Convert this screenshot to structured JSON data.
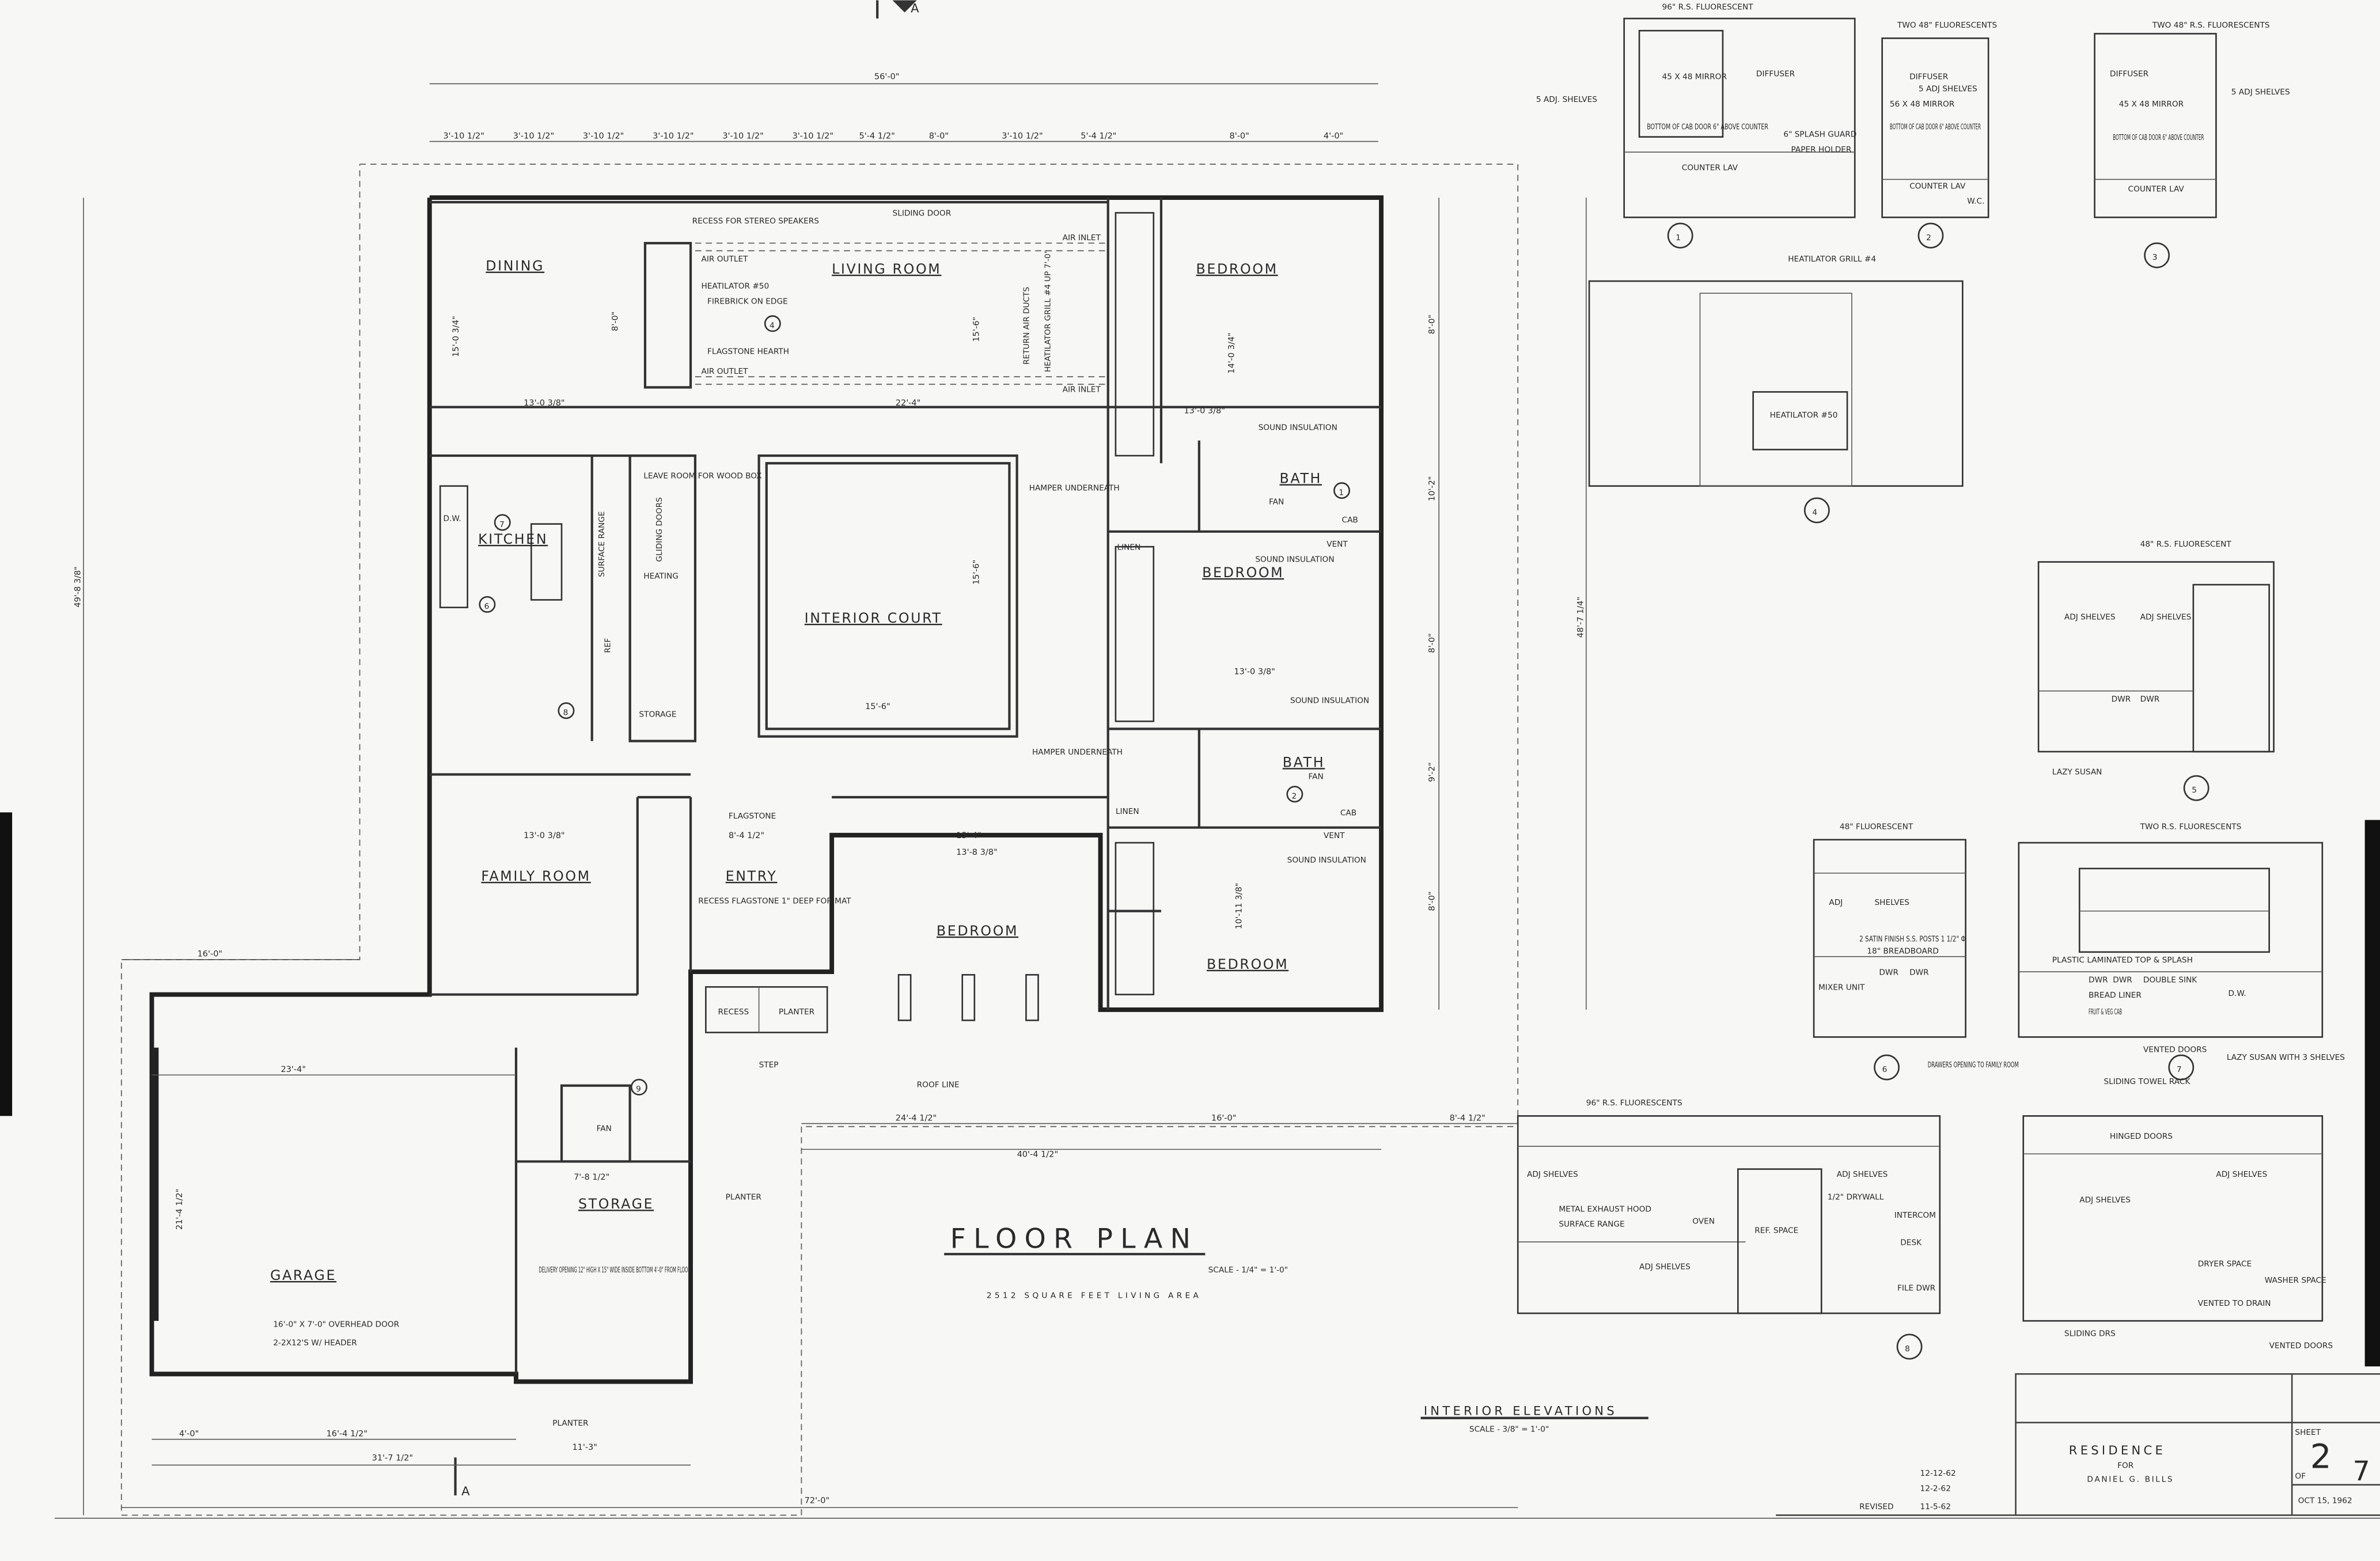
{
  "sheet": {
    "title": "FLOOR PLAN",
    "scale": "SCALE - 1/4\" = 1'-0\"",
    "area": "2512 SQUARE FEET LIVING AREA",
    "elevations_title": "INTERIOR ELEVATIONS",
    "elevations_scale": "SCALE - 3/8\" = 1'-0\"",
    "section_marker": "A",
    "ink_color": "#2a2a2a",
    "paper_color": "#f7f7f5"
  },
  "title_block": {
    "project": "RESIDENCE",
    "for": "FOR",
    "client": "DANIEL G. BILLS",
    "sheet_label": "SHEET",
    "sheet_no": "2",
    "of_label": "OF",
    "sheet_total": "7",
    "date": "OCT 15, 1962",
    "revisions": [
      "12-12-62",
      "12-2-62"
    ],
    "revised_label": "REVISED",
    "revised_date": "11-5-62"
  },
  "rooms": {
    "dining": "DINING",
    "living": "LIVING ROOM",
    "bedroom1": "BEDROOM",
    "kitchen": "KITCHEN",
    "court": "INTERIOR COURT",
    "bedroom2": "BEDROOM",
    "bath1": "BATH",
    "bath2": "BATH",
    "family": "FAMILY ROOM",
    "entry": "ENTRY",
    "bedroom3": "BEDROOM",
    "bedroom4": "BEDROOM",
    "garage": "GARAGE",
    "storage1": "STORAGE",
    "storage2": "STORAGE",
    "heating": "HEATING"
  },
  "notes": {
    "stereo": "RECESS FOR STEREO SPEAKERS",
    "air_outlet_1": "AIR OUTLET",
    "air_outlet_2": "AIR OUTLET",
    "heatilator": "HEATILATOR #50",
    "firebrick": "FIREBRICK ON EDGE",
    "hearth": "FLAGSTONE HEARTH",
    "sliding_door": "SLIDING DOOR",
    "air_inlet_1": "AIR INLET",
    "air_inlet_2": "AIR INLET",
    "return_air": "RETURN AIR DUCTS",
    "grill": "HEATILATOR GRILL #4 UP 7'-0\"",
    "sound_1": "SOUND INSULATION",
    "sound_2": "SOUND INSULATION",
    "sound_3": "SOUND INSULATION",
    "sound_4": "SOUND INSULATION",
    "hamper_1": "HAMPER UNDERNEATH",
    "hamper_2": "HAMPER UNDERNEATH",
    "linen_1": "LINEN",
    "linen_2": "LINEN",
    "flagstone": "FLAGSTONE",
    "recess_mat": "RECESS FLAGSTONE 1\" DEEP FOR MAT",
    "recess": "RECESS",
    "planter_1": "PLANTER",
    "planter_2": "PLANTER",
    "planter_3": "PLANTER",
    "step": "STEP",
    "roof_line": "ROOF LINE",
    "delivery": "DELIVERY OPENING 12\" HIGH X 15\" WIDE INSIDE BOTTOM 4'-0\" FROM FLOOR",
    "overhead_door": "16'-0\" X 7'-0\" OVERHEAD DOOR",
    "header": "2-2X12'S W/ HEADER",
    "woodbox": "LEAVE ROOM FOR WOOD BOX",
    "gliding": "GLIDING DOORS",
    "surface_range": "SURFACE RANGE",
    "fan_1": "FAN",
    "fan_2": "FAN",
    "fan_3": "FAN",
    "cab_1": "CAB",
    "cab_2": "CAB",
    "vent_1": "VENT",
    "vent_2": "VENT",
    "dw": "D.W.",
    "ref": "REF"
  },
  "dimensions": {
    "overall_top": "56'-0\"",
    "overall_bottom": "72'-0\"",
    "overall_right": "48'-7 1/4\"",
    "overall_left": "49'-8 3/8\"",
    "roof_a": "40'-4 1/2\"",
    "roof_b": "24'-4 1/2\"",
    "roof_c": "16'-0\"",
    "roof_d": "8'-4 1/2\"",
    "garage_top": "16'-0\"",
    "garage_width": "23'-4\"",
    "garage_depth": "21'-4 1/2\"",
    "bottom_a": "31'-7 1/2\"",
    "bottom_b": "16'-4 1/2\"",
    "bottom_c": "11'-3\"",
    "bottom_d": "4'-0\"",
    "dining_w": "13'-0 3/8\"",
    "dining_d": "15'-0 3/4\"",
    "living_d": "15'-6\"",
    "living_w": "22'-4\"",
    "fireplace": "8'-0\"",
    "court_w": "15'-6\"",
    "court_d": "15'-6\"",
    "bed1_d": "14'-0 3/4\"",
    "bed1_w": "13'-0 3/8\"",
    "bed2_w": "13'-0 3/8\"",
    "family_w": "13'-0 3/8\"",
    "bed3_w": "13'-8 3/8\"",
    "bed4_d": "10'-11 3/8\"",
    "entry_w": "8'-4 1/2\"",
    "storage_w": "7'-8 1/2\"",
    "hall": "15'-4\"",
    "right_a": "8'-0\"",
    "right_b": "10'-2\"",
    "right_c": "8'-0\"",
    "right_d": "9'-2\"",
    "right_e": "8'-0\"",
    "top_dims": [
      "3'-10 1/2\"",
      "3'-10 1/2\"",
      "3'-10 1/2\"",
      "3'-10 1/2\"",
      "3'-10 1/2\"",
      "3'-10 1/2\"",
      "5'-4 1/2\"",
      "8'-0\"",
      "3'-10 1/2\"",
      "5'-4 1/2\"",
      "8'-0\"",
      "4'-0\""
    ]
  },
  "elevations": [
    {
      "id": "1",
      "notes": [
        "96\" R.S. FLUORESCENT",
        "45 X 48 MIRROR",
        "DIFFUSER",
        "5 ADJ. SHELVES",
        "BOTTOM OF CAB DOOR 6\" ABOVE COUNTER",
        "6\" SPLASH GUARD",
        "PAPER HOLDER",
        "COUNTER LAV"
      ]
    },
    {
      "id": "2",
      "notes": [
        "TWO 48\" FLUORESCENTS",
        "DIFFUSER",
        "5 ADJ SHELVES",
        "56 X 48 MIRROR",
        "BOTTOM OF CAB DOOR 6\" ABOVE COUNTER",
        "COUNTER LAV",
        "W.C."
      ]
    },
    {
      "id": "3",
      "notes": [
        "TWO 48\" R.S. FLUORESCENTS",
        "DIFFUSER",
        "45 X 48 MIRROR",
        "5 ADJ SHELVES",
        "BOTTOM OF CAB DOOR 6\" ABOVE COUNTER",
        "COUNTER LAV"
      ]
    },
    {
      "id": "4",
      "notes": [
        "HEATILATOR GRILL #4",
        "HEATILATOR #50"
      ]
    },
    {
      "id": "5",
      "notes": [
        "48\" R.S. FLUORESCENT",
        "ADJ SHELVES",
        "ADJ SHELVES",
        "DWR",
        "DWR",
        "LAZY SUSAN"
      ]
    },
    {
      "id": "6",
      "notes": [
        "48\" FLUORESCENT",
        "ADJ",
        "SHELVES",
        "2 SATIN FINISH S.S. POSTS 1 1/2\" Φ",
        "18\" BREADBOARD",
        "MIXER UNIT",
        "DWR",
        "DWR",
        "DRAWERS OPENING TO FAMILY ROOM"
      ]
    },
    {
      "id": "7",
      "notes": [
        "TWO R.S. FLUORESCENTS",
        "PLASTIC LAMINATED TOP & SPLASH",
        "DWR",
        "DWR",
        "DOUBLE SINK",
        "BREAD LINER",
        "FRUIT & VEG CAB",
        "D.W.",
        "VENTED DOORS",
        "SLIDING TOWEL RACK",
        "LAZY SUSAN WITH 3 SHELVES"
      ]
    },
    {
      "id": "8",
      "notes": [
        "96\" R.S. FLUORESCENTS",
        "ADJ SHELVES",
        "METAL EXHAUST HOOD",
        "SURFACE RANGE",
        "OVEN",
        "REF. SPACE",
        "ADJ SHELVES",
        "1/2\" DRYWALL",
        "INTERCOM",
        "DESK",
        "ADJ SHELVES",
        "FILE DWR"
      ]
    },
    {
      "id": "",
      "notes": [
        "HINGED DOORS",
        "ADJ SHELVES",
        "ADJ SHELVES",
        "DRYER SPACE",
        "WASHER SPACE",
        "VENTED TO DRAIN",
        "SLIDING DRS",
        "VENTED DOORS"
      ]
    }
  ]
}
